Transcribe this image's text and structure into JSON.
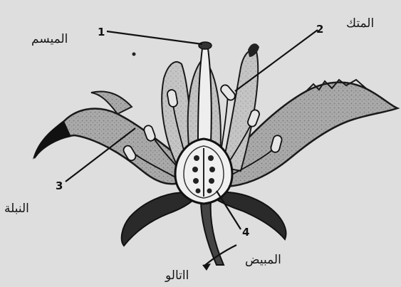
{
  "diagram": {
    "callouts": [
      {
        "number": "1"
      },
      {
        "number": "2"
      },
      {
        "number": "3"
      },
      {
        "number": "4"
      }
    ],
    "handwritten_labels": {
      "label_1": "الميسم",
      "label_2": "المتك",
      "label_3": "النبلة",
      "label_4": "المبيض",
      "label_extra": "ااتالو"
    }
  }
}
